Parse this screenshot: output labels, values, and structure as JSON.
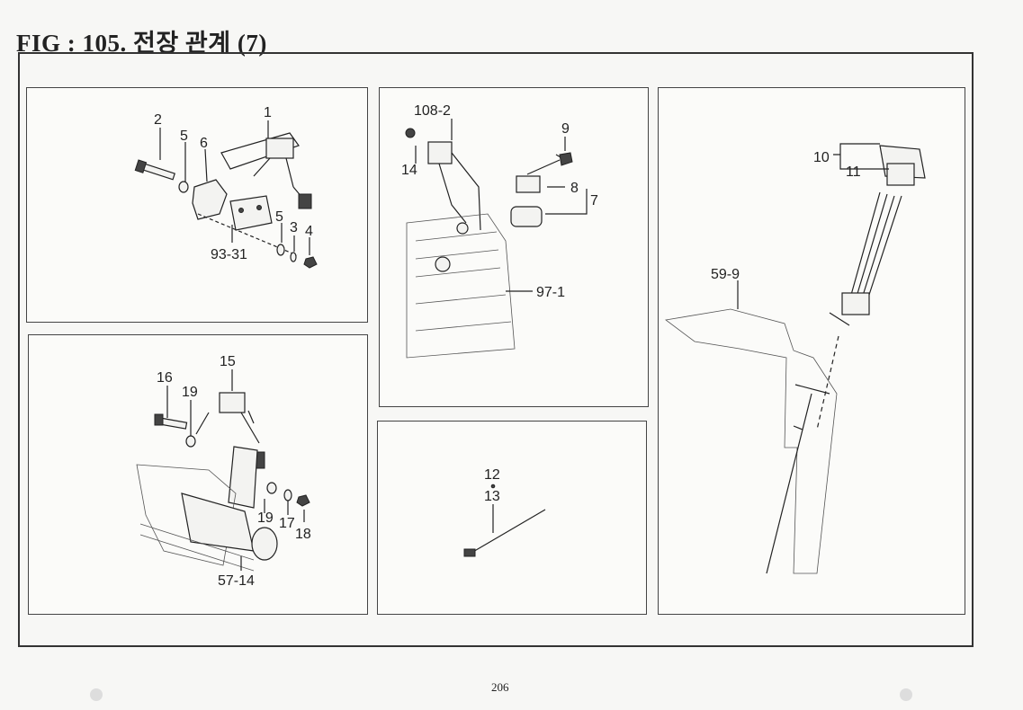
{
  "header": {
    "title": "FIG : 105.  전장 관계 (7)"
  },
  "page_number": "206",
  "panels": {
    "p1": {
      "labels": [
        "1",
        "2",
        "5",
        "6",
        "5",
        "3",
        "4",
        "93-31"
      ]
    },
    "p2": {
      "labels": [
        "15",
        "16",
        "19",
        "19",
        "17",
        "18",
        "57-14"
      ]
    },
    "p3": {
      "labels": [
        "108-2",
        "14",
        "9",
        "8",
        "7",
        "97-1"
      ]
    },
    "p4": {
      "labels": [
        "12",
        "13"
      ]
    },
    "p5": {
      "labels": [
        "10",
        "11",
        "59-9"
      ]
    }
  }
}
